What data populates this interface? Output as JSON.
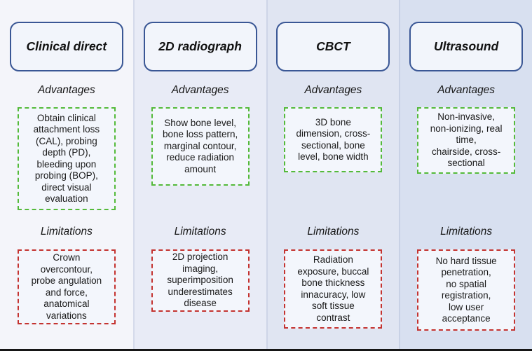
{
  "figure": {
    "description": "Comparison of periodontal imaging/assessment modalities: advantages and limitations"
  },
  "colors": {
    "title_box_border": "#3a5795",
    "title_box_fill": "#f2f5fb",
    "advantages_border": "#54ba3a",
    "limitations_border": "#c43330",
    "dashed_box_fill": "#f3f6fc",
    "column_backgrounds": [
      "#f4f5fa",
      "#e8ebf6",
      "#e0e5f2",
      "#d8e0f0"
    ],
    "bottom_rule": "#161616",
    "text": "#191919"
  },
  "columns": [
    {
      "title": "Clinical direct",
      "advantages_label": "Advantages",
      "limitations_label": "Limitations",
      "advantages": "Obtain clinical\nattachment loss\n(CAL), probing\ndepth (PD),\nbleeding upon\nprobing (BOP),\ndirect visual\nevaluation",
      "limitations": "Crown\novercontour,\nprobe angulation\nand force,\nanatomical\nvariations",
      "background": "#f4f5fa"
    },
    {
      "title": "2D radiograph",
      "advantages_label": "Advantages",
      "limitations_label": "Limitations",
      "advantages": "Show bone level,\nbone loss pattern,\nmarginal contour,\nreduce radiation\namount",
      "limitations": "2D projection\nimaging,\nsuperimposition\nunderestimates\ndisease",
      "background": "#e8ebf6"
    },
    {
      "title": "CBCT",
      "advantages_label": "Advantages",
      "limitations_label": "Limitations",
      "advantages": "3D bone\ndimension, cross-\nsectional, bone\nlevel, bone width",
      "limitations": "Radiation\nexposure, buccal\nbone thickness\ninnacuracy, low\nsoft tissue\ncontrast",
      "background": "#e0e5f2"
    },
    {
      "title": "Ultrasound",
      "advantages_label": "Advantages",
      "limitations_label": "Limitations",
      "advantages": "Non-invasive,\nnon-ionizing, real\ntime,\nchairside, cross-\nsectional",
      "limitations": "No hard tissue\npenetration,\nno spatial\nregistration,\nlow user\nacceptance",
      "background": "#d8e0f0"
    }
  ]
}
